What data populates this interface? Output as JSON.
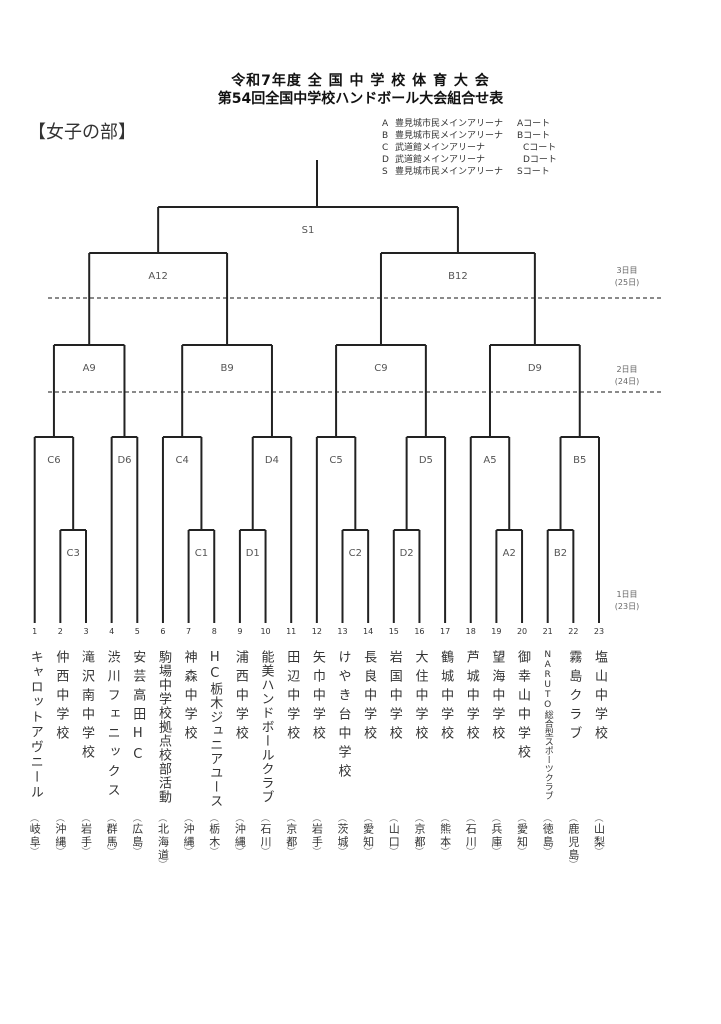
{
  "header": {
    "title_line1": "令和7年度 全 国 中 学 校 体 育 大 会",
    "title_line2": "第54回全国中学校ハンドボール大会組合せ表",
    "division": "【女子の部】"
  },
  "legend": [
    {
      "key": "A",
      "venue": "豊見城市民メインアリーナ",
      "court": "Aコート"
    },
    {
      "key": "B",
      "venue": "豊見城市民メインアリーナ",
      "court": "Bコート"
    },
    {
      "key": "C",
      "venue": "武道館メインアリーナ",
      "court": "Cコート"
    },
    {
      "key": "D",
      "venue": "武道館メインアリーナ",
      "court": "Dコート"
    },
    {
      "key": "S",
      "venue": "豊見城市民メインアリーナ",
      "court": "Sコート"
    }
  ],
  "days": [
    {
      "day": "3日目",
      "date": "(25日)",
      "round": 4
    },
    {
      "day": "2日目",
      "date": "(24日)",
      "round": 3
    },
    {
      "day": "1日目",
      "date": "(23日)",
      "round": 1
    }
  ],
  "teams": [
    {
      "no": "1",
      "name": "キャロットアヴニール",
      "pref": "岐阜"
    },
    {
      "no": "2",
      "name": "仲西中学校",
      "pref": "沖縄"
    },
    {
      "no": "3",
      "name": "滝沢南中学校",
      "pref": "岩手"
    },
    {
      "no": "4",
      "name": "渋川フェニックス",
      "pref": "群馬"
    },
    {
      "no": "5",
      "name": "安芸高田HC",
      "pref": "広島"
    },
    {
      "no": "6",
      "name": "駒場中学校拠点校部活動",
      "pref": "北海道"
    },
    {
      "no": "7",
      "name": "神森中学校",
      "pref": "沖縄"
    },
    {
      "no": "8",
      "name": "HC栃木ジュニアユース",
      "pref": "栃木"
    },
    {
      "no": "9",
      "name": "浦西中学校",
      "pref": "沖縄"
    },
    {
      "no": "10",
      "name": "能美ハンドボールクラブ",
      "pref": "石川"
    },
    {
      "no": "11",
      "name": "田辺中学校",
      "pref": "京都"
    },
    {
      "no": "12",
      "name": "矢巾中学校",
      "pref": "岩手"
    },
    {
      "no": "13",
      "name": "けやき台中学校",
      "pref": "茨城"
    },
    {
      "no": "14",
      "name": "長良中学校",
      "pref": "愛知"
    },
    {
      "no": "15",
      "name": "岩国中学校",
      "pref": "山口"
    },
    {
      "no": "16",
      "name": "大住中学校",
      "pref": "京都"
    },
    {
      "no": "17",
      "name": "鶴城中学校",
      "pref": "熊本"
    },
    {
      "no": "18",
      "name": "芦城中学校",
      "pref": "石川"
    },
    {
      "no": "19",
      "name": "望海中学校",
      "pref": "兵庫"
    },
    {
      "no": "20",
      "name": "御幸山中学校",
      "pref": "愛知"
    },
    {
      "no": "21",
      "name": "NARUTO総合型スポーツクラブ",
      "pref": "徳島"
    },
    {
      "no": "22",
      "name": "霧島クラブ",
      "pref": "鹿児島"
    },
    {
      "no": "23",
      "name": "塩山中学校",
      "pref": "山梨"
    }
  ],
  "matches": [
    {
      "id": "C3",
      "a": 2,
      "b": 3,
      "round": 1
    },
    {
      "id": "C1",
      "a": 7,
      "b": 8,
      "round": 1
    },
    {
      "id": "D1",
      "a": 9,
      "b": 10,
      "round": 1
    },
    {
      "id": "C2",
      "a": 13,
      "b": 14,
      "round": 1
    },
    {
      "id": "D2",
      "a": 15,
      "b": 16,
      "round": 1
    },
    {
      "id": "A2",
      "a": 19,
      "b": 20,
      "round": 1
    },
    {
      "id": "B2",
      "a": 21,
      "b": 22,
      "round": 1
    },
    {
      "id": "C6",
      "a": 1,
      "b": "C3",
      "round": 2
    },
    {
      "id": "D6",
      "a": 4,
      "b": 5,
      "round": 2
    },
    {
      "id": "C4",
      "a": 6,
      "b": "C1",
      "round": 2
    },
    {
      "id": "D4",
      "a": "D1",
      "b": 11,
      "round": 2
    },
    {
      "id": "C5",
      "a": 12,
      "b": "C2",
      "round": 2
    },
    {
      "id": "D5",
      "a": "D2",
      "b": 17,
      "round": 2
    },
    {
      "id": "A5",
      "a": 18,
      "b": "A2",
      "round": 2
    },
    {
      "id": "B5",
      "a": "B2",
      "b": 23,
      "round": 2
    },
    {
      "id": "A9",
      "a": "C6",
      "b": "D6",
      "round": 3
    },
    {
      "id": "B9",
      "a": "C4",
      "b": "D4",
      "round": 3
    },
    {
      "id": "C9",
      "a": "C5",
      "b": "D5",
      "round": 3
    },
    {
      "id": "D9",
      "a": "A5",
      "b": "B5",
      "round": 3
    },
    {
      "id": "A12",
      "a": "A9",
      "b": "B9",
      "round": 4
    },
    {
      "id": "B12",
      "a": "C9",
      "b": "D9",
      "round": 4
    },
    {
      "id": "S1",
      "a": "A12",
      "b": "B12",
      "round": 5
    }
  ]
}
